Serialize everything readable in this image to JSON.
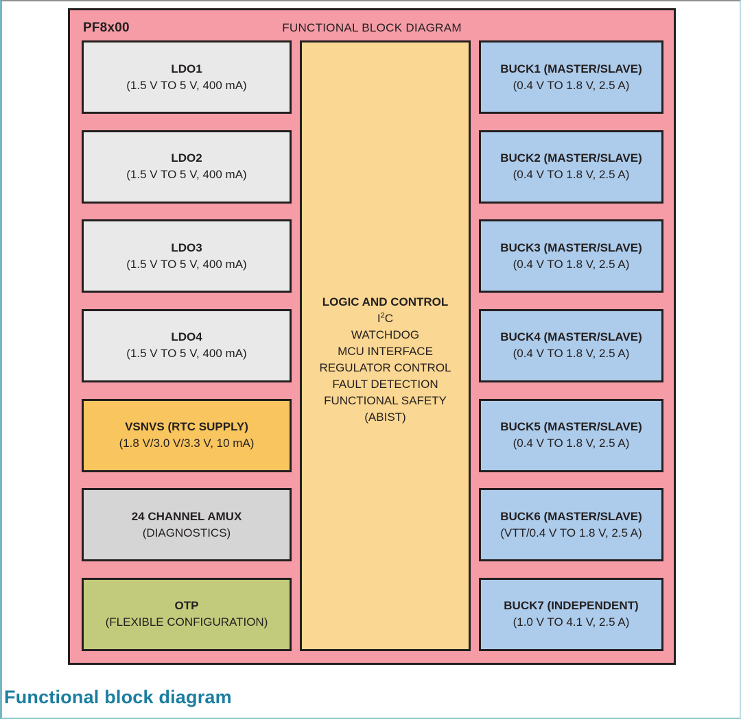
{
  "page": {
    "caption": "Functional block diagram"
  },
  "colors": {
    "container_fill": "#f59ca6",
    "border_dark": "#231f20",
    "caption_color": "#1a7ea0",
    "ldo_fill": "#e9e9e9",
    "vsnvs_fill": "#f8c55f",
    "amux_fill": "#d5d5d5",
    "otp_fill": "#c2cb7c",
    "buck_fill": "#adcbea",
    "logic_fill": "#fad792"
  },
  "diagram": {
    "chip_label": "PF8x00",
    "title": "FUNCTIONAL BLOCK DIAGRAM",
    "left_blocks": [
      {
        "id": "ldo1",
        "type": "ldo",
        "title": "LDO1",
        "subtitle": "(1.5 V TO 5 V, 400 mA)"
      },
      {
        "id": "ldo2",
        "type": "ldo",
        "title": "LDO2",
        "subtitle": "(1.5 V TO 5 V, 400 mA)"
      },
      {
        "id": "ldo3",
        "type": "ldo",
        "title": "LDO3",
        "subtitle": "(1.5 V TO 5 V, 400 mA)"
      },
      {
        "id": "ldo4",
        "type": "ldo",
        "title": "LDO4",
        "subtitle": "(1.5 V TO 5 V, 400 mA)"
      },
      {
        "id": "vsnvs",
        "type": "vsnvs",
        "title": "VSNVS (RTC SUPPLY)",
        "subtitle": "(1.8 V/3.0 V/3.3 V, 10 mA)"
      },
      {
        "id": "amux",
        "type": "amux",
        "title": "24 CHANNEL AMUX",
        "subtitle": "(DIAGNOSTICS)"
      },
      {
        "id": "otp",
        "type": "otp",
        "title": "OTP",
        "subtitle": "(FLEXIBLE CONFIGURATION)"
      }
    ],
    "center_block": {
      "title": "LOGIC AND CONTROL",
      "lines": [
        "I2C",
        "WATCHDOG",
        "MCU INTERFACE",
        "REGULATOR CONTROL",
        "FAULT DETECTION",
        "FUNCTIONAL SAFETY",
        "(ABIST)"
      ]
    },
    "right_blocks": [
      {
        "id": "buck1",
        "type": "buck",
        "title": "BUCK1 (MASTER/SLAVE)",
        "subtitle": "(0.4 V TO 1.8 V, 2.5 A)"
      },
      {
        "id": "buck2",
        "type": "buck",
        "title": "BUCK2 (MASTER/SLAVE)",
        "subtitle": "(0.4 V TO 1.8 V, 2.5 A)"
      },
      {
        "id": "buck3",
        "type": "buck",
        "title": "BUCK3 (MASTER/SLAVE)",
        "subtitle": "(0.4 V TO 1.8 V, 2.5 A)"
      },
      {
        "id": "buck4",
        "type": "buck",
        "title": "BUCK4 (MASTER/SLAVE)",
        "subtitle": "(0.4 V TO 1.8 V, 2.5 A)"
      },
      {
        "id": "buck5",
        "type": "buck",
        "title": "BUCK5 (MASTER/SLAVE)",
        "subtitle": "(0.4 V TO 1.8 V, 2.5 A)"
      },
      {
        "id": "buck6",
        "type": "buck",
        "title": "BUCK6 (MASTER/SLAVE)",
        "subtitle": "(VTT/0.4 V TO 1.8 V, 2.5 A)"
      },
      {
        "id": "buck7",
        "type": "buck",
        "title": "BUCK7 (INDEPENDENT)",
        "subtitle": "(1.0 V TO 4.1 V, 2.5 A)"
      }
    ]
  }
}
